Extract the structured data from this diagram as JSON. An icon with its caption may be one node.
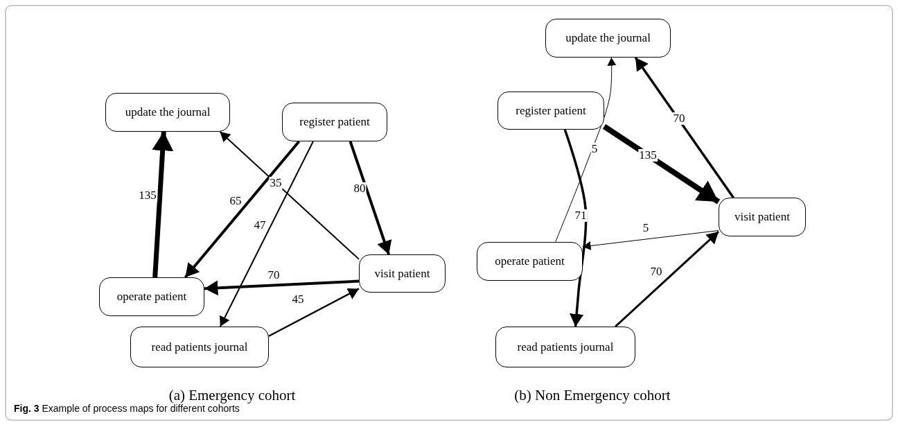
{
  "diagram": {
    "caption": "**Fig. 3** Example of process maps for different cohorts",
    "nodes": [
      {
        "text": [
          "update the journal"
        ]
      },
      {
        "text": [
          "register patient"
        ]
      },
      {
        "text": [
          "operate patient"
        ]
      },
      {
        "text": [
          "visit patient"
        ]
      },
      {
        "text": [
          "read patients journal"
        ]
      },
      {
        "text": [
          "update the journal"
        ]
      },
      {
        "text": [
          "register patient"
        ]
      },
      {
        "text": [
          "visit patient"
        ]
      },
      {
        "text": [
          "operate patient"
        ]
      },
      {
        "text": [
          "read patients journal"
        ]
      }
    ],
    "edges": [
      {
        "from": 2,
        "to": 0,
        "arrow": "to",
        "label": "135",
        "style": "thick"
      },
      {
        "from": 3,
        "to": 0,
        "arrow": "to",
        "label": "35"
      },
      {
        "from": 1,
        "to": 2,
        "arrow": "to",
        "label": "65"
      },
      {
        "from": 1,
        "to": 4,
        "arrow": "to",
        "label": "47"
      },
      {
        "from": 1,
        "to": 3,
        "arrow": "to",
        "label": "80"
      },
      {
        "from": 3,
        "to": 2,
        "arrow": "to",
        "label": "70"
      },
      {
        "from": 4,
        "to": 3,
        "arrow": "to",
        "label": "45"
      },
      {
        "from": 6,
        "to": 7,
        "arrow": "to",
        "label": "135",
        "style": "thick"
      },
      {
        "from": 7,
        "to": 5,
        "arrow": "to",
        "label": "70"
      },
      {
        "from": 8,
        "to": 5,
        "arrow": "to",
        "label": "5"
      },
      {
        "from": 6,
        "to": 9,
        "arrow": "to",
        "label": "71"
      },
      {
        "from": 7,
        "to": 8,
        "arrow": "to",
        "label": "5"
      },
      {
        "from": 9,
        "to": 7,
        "arrow": "to",
        "label": "70"
      }
    ],
    "labels": [
      "(a) Emergency cohort",
      "(b) Non Emergency cohort"
    ]
  }
}
